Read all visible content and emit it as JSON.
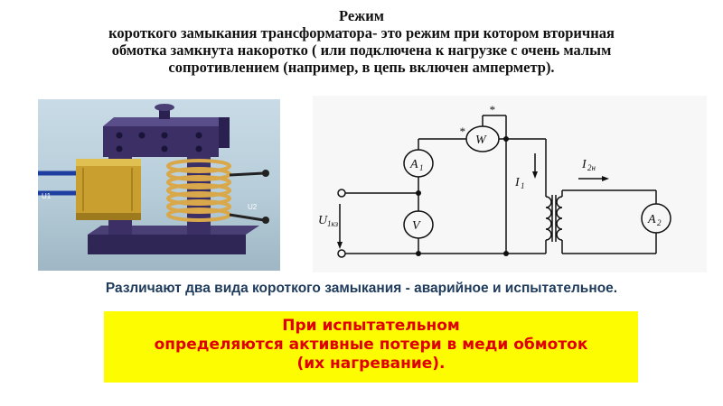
{
  "title": {
    "line1": "Режим",
    "line2": "короткого замыкания трансформатора- это режим при котором вторичная",
    "line3": "обмотка замкнута накоротко ( или подключена к нагрузке с очень малым",
    "line4": "сопротивлением (например, в цепь включен амперметр)."
  },
  "photo": {
    "label_u1": "U1",
    "label_u2": "U2"
  },
  "scheme": {
    "star_left": "*",
    "star_top": "*",
    "wattmeter": "W",
    "ammeter1": "A",
    "ammeter1_sub": "1",
    "voltmeter": "V",
    "ammeter2": "A",
    "ammeter2_sub": "2",
    "current1": "I",
    "current1_sub": "1",
    "current2": "I",
    "current2_sub": "2н",
    "voltage": "U",
    "voltage_sub": "1кз"
  },
  "types_text": "Различают два вида короткого замыкания - аварийное и испытательное.",
  "callout": {
    "line1": "При испытательном",
    "line2": "определяются активные потери в меди обмоток",
    "line3": "(их нагревание)."
  },
  "colors": {
    "callout_bg": "#fdfc00",
    "callout_text": "#e00000",
    "types_text": "#1f3b5c",
    "core": "#3b2f66",
    "coil": "#c9a030"
  }
}
